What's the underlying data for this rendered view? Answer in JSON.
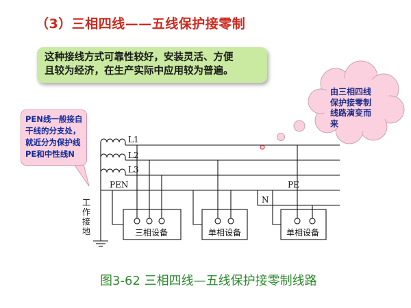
{
  "slide": {
    "title": "（3）三相四线——五线保护接零制",
    "summary_lines": [
      "这种接线方式可靠性较好，安装灵活、方便",
      "且较为经济，在生产实际中应用较为普遍。"
    ],
    "left_callout_lines": [
      "PEN线一般接自",
      "干线的分支处，",
      "就近分为保护线",
      "PE和中性线N"
    ],
    "cloud_lines": [
      "由三相四线",
      "保护接零制",
      "线路演变而",
      "来"
    ],
    "caption": "图3-62  三相四线—五线保护接零制线路",
    "colors": {
      "title": "#cc2a1f",
      "summary_bg": "#c9eaa0",
      "callout_bg": "#fbd1e0",
      "cloud_bg": "#fbd1e0",
      "caption": "#2e8b2e",
      "callout_text": "#102a9a"
    }
  },
  "diagram": {
    "line_labels": {
      "l1": "L1",
      "l2": "L2",
      "l3": "L3",
      "pen": "PEN",
      "pe": "PE",
      "n": "N"
    },
    "grounding_label_chars": [
      "工",
      "作",
      "接",
      "地"
    ],
    "devices": {
      "three_phase": "三相设备",
      "single_phase_1": "单相设备",
      "single_phase_2": "单相设备"
    }
  }
}
